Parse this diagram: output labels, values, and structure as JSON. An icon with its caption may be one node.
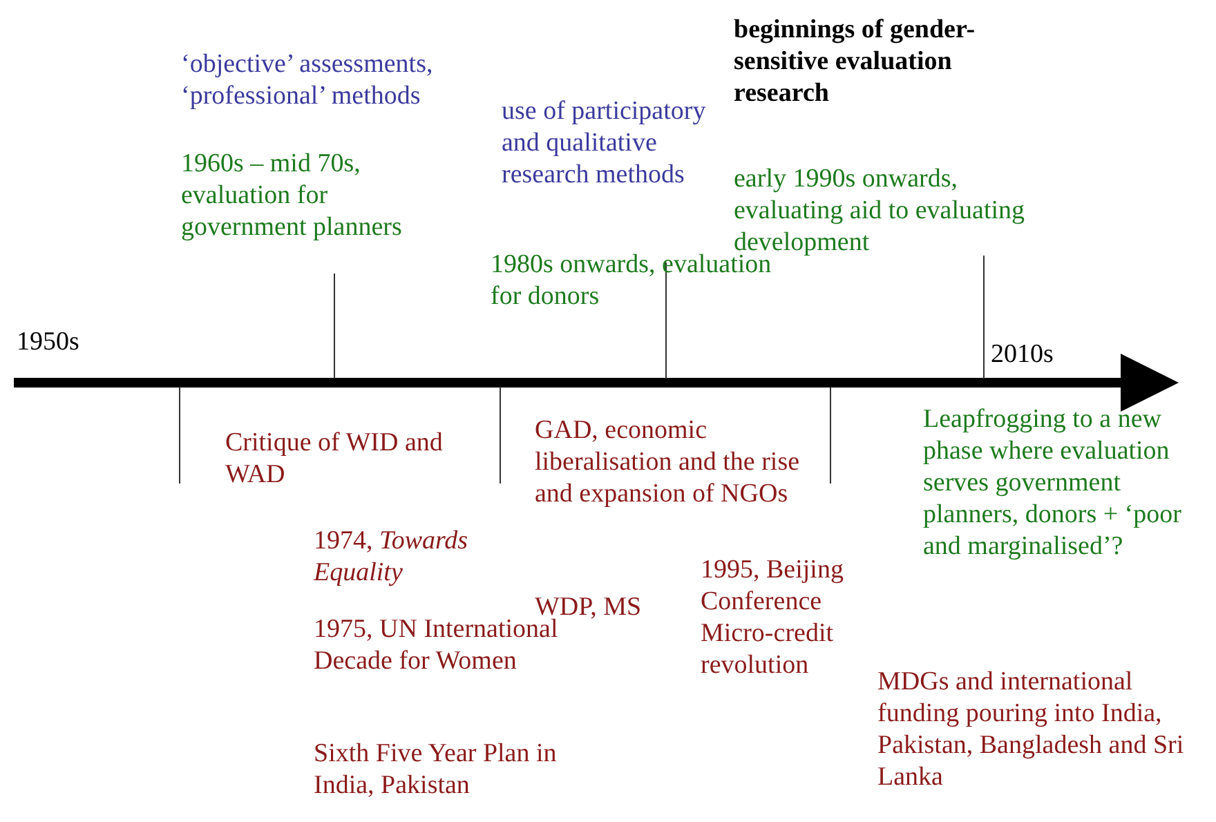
{
  "diagram": {
    "labels": [
      "beginnings of gender-sensitive evaluation research",
      "‘objective’ assessments, ‘professional’ methods",
      "use of participatory and qualitative research methods",
      "1960s – mid 70s, evaluation for government planners",
      "early 1990s onwards, evaluating aid to evaluating development",
      "1980s onwards, evaluation for donors",
      "1950s",
      "2010s",
      "Critique of WID and WAD",
      "GAD, economic liberalisation and the rise and expansion of NGOs",
      "Leapfrogging to a new phase where evaluation serves government planners, donors + ‘poor and marginalised’?",
      "1974, *Towards Equality*",
      "WDP, MS",
      "1995, Beijing Conference Micro-credit revolution",
      "1975, UN International Decade for Women",
      "MDGs and international funding pouring into India, Pakistan, Bangladesh and Sri Lanka",
      "Sixth Five Year Plan in India, Pakistan"
    ]
  }
}
